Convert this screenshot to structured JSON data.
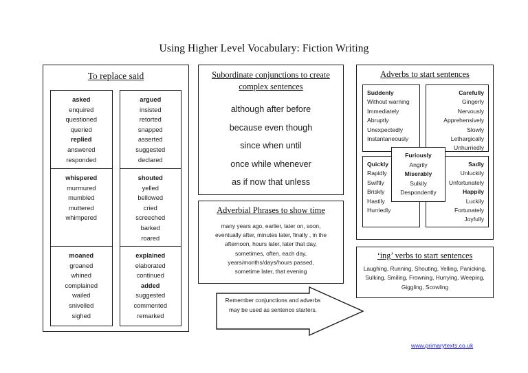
{
  "document": {
    "title": "Using Higher Level Vocabulary: Fiction Writing",
    "footer_link": "www.primarytexts.co.uk",
    "footer_link_color": "#2727d6"
  },
  "replace_said": {
    "heading": "To replace said",
    "cards": [
      {
        "head": "asked",
        "words": [
          "enquired",
          "questioned",
          "queried",
          "replied",
          "answered",
          "responded"
        ],
        "bold_words": [
          "replied"
        ]
      },
      {
        "head": "argued",
        "words": [
          "insisted",
          "retorted",
          "snapped",
          "asserted",
          "suggested",
          "declared"
        ],
        "bold_words": []
      },
      {
        "head": "whispered",
        "words": [
          "murmured",
          "mumbled",
          "muttered",
          "whimpered"
        ],
        "bold_words": []
      },
      {
        "head": "shouted",
        "words": [
          "yelled",
          "bellowed",
          "cried",
          "screeched",
          "barked",
          "roared"
        ],
        "bold_words": []
      },
      {
        "head": "moaned",
        "words": [
          "groaned",
          "whined",
          "complained",
          "wailed",
          "snivelled",
          "sighed"
        ],
        "bold_words": []
      },
      {
        "head": "explained",
        "words": [
          "elaborated",
          "continued",
          "added",
          "suggested",
          "commented",
          "remarked"
        ],
        "bold_words": [
          "added"
        ]
      }
    ]
  },
  "conjunctions": {
    "heading": "Subordinate conjunctions to create complex sentences",
    "lines": [
      "although  after  before",
      "because  even though",
      "since  when  until",
      "once  while  whenever",
      "as  if  now  that unless"
    ]
  },
  "adverbial_phrases": {
    "heading": "Adverbial Phrases to show  time",
    "lines": [
      "many years ago, earlier, later on, soon,",
      "eventually   after, minutes later, finally ,  in the",
      "afternoon, hours later, later that day,",
      "sometimes, often, each day,",
      "years/months/days/hours passed,",
      "sometime later, that evening"
    ]
  },
  "adverbs": {
    "heading": "Adverbs to start sentences",
    "cells": [
      {
        "name": "suddenly",
        "head": "Suddenly",
        "align": "left",
        "words": [
          "Without warning",
          "Immediately",
          "Abruptly",
          "Unexpectedly",
          "Instantaneously"
        ],
        "bold_words": []
      },
      {
        "name": "carefully",
        "head": "Carefully",
        "align": "right",
        "words": [
          "Gingerly",
          "Nervously",
          "Apprehensively",
          "Slowly",
          "Lethargically",
          "Unhurriedly"
        ],
        "bold_words": []
      },
      {
        "name": "quickly",
        "head": "Quickly",
        "align": "left",
        "words": [
          "Rapidly",
          "Swiftly",
          "Briskly",
          "Hastily",
          "Hurriedly"
        ],
        "bold_words": []
      },
      {
        "name": "sadly",
        "head": "Sadly",
        "align": "right",
        "words": [
          "Unluckily",
          "Unfortunately",
          "Happily",
          "Luckily",
          "Fortunately",
          "Joyfully"
        ],
        "bold_words": [
          "Happily"
        ]
      }
    ],
    "overlay": {
      "name": "furiously",
      "head": "Furiously",
      "words": [
        "Angrily",
        "Miserably",
        "Sulkily",
        "Despondently"
      ],
      "bold_words": [
        "Miserably"
      ]
    }
  },
  "ing_verbs": {
    "heading": "‘ing’ verbs to start sentences",
    "lines": [
      "Laughing, Running, Shouting, Yelling, Panicking,",
      "Sulking, Smiling, Frowning, Hurrying, Weeping,",
      "Giggling, Scowling"
    ]
  },
  "callout": {
    "lines": [
      "Remember conjunctions and adverbs",
      "may be used as sentence starters."
    ]
  }
}
